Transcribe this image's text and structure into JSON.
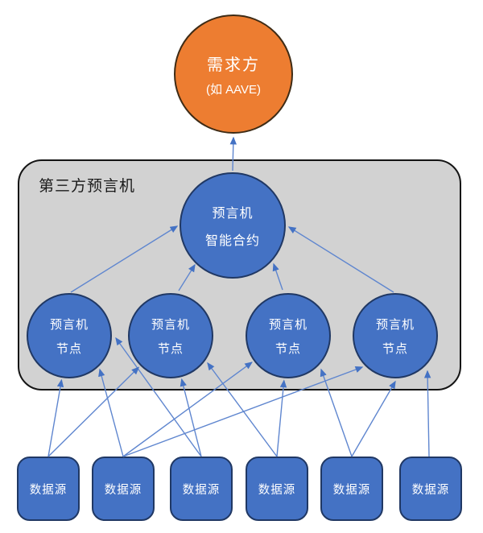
{
  "diagram": {
    "demand": {
      "line1": "需求方",
      "line2": "(如 AAVE)"
    },
    "oracle_box_label": "第三方预言机",
    "contract": {
      "line1": "预言机",
      "line2": "智能合约"
    },
    "nodes": [
      {
        "id": "n1",
        "line1": "预言机",
        "line2": "节点"
      },
      {
        "id": "n2",
        "line1": "预言机",
        "line2": "节点"
      },
      {
        "id": "n3",
        "line1": "预言机",
        "line2": "节点"
      },
      {
        "id": "n4",
        "line1": "预言机",
        "line2": "节点"
      }
    ],
    "data_sources": [
      {
        "id": "ds1",
        "label": "数据源"
      },
      {
        "id": "ds2",
        "label": "数据源"
      },
      {
        "id": "ds3",
        "label": "数据源"
      },
      {
        "id": "ds4",
        "label": "数据源"
      },
      {
        "id": "ds5",
        "label": "数据源"
      },
      {
        "id": "ds6",
        "label": "数据源"
      }
    ],
    "edges": [
      {
        "from": "ds1",
        "to": "n1"
      },
      {
        "from": "ds2",
        "to": "n1"
      },
      {
        "from": "ds3",
        "to": "n1"
      },
      {
        "from": "ds1",
        "to": "n2"
      },
      {
        "from": "ds3",
        "to": "n2"
      },
      {
        "from": "ds4",
        "to": "n2"
      },
      {
        "from": "ds2",
        "to": "n3"
      },
      {
        "from": "ds4",
        "to": "n3"
      },
      {
        "from": "ds5",
        "to": "n3"
      },
      {
        "from": "ds2",
        "to": "n4"
      },
      {
        "from": "ds5",
        "to": "n4"
      },
      {
        "from": "ds6",
        "to": "n4"
      },
      {
        "from": "n1",
        "to": "contract"
      },
      {
        "from": "n2",
        "to": "contract"
      },
      {
        "from": "n3",
        "to": "contract"
      },
      {
        "from": "n4",
        "to": "contract"
      },
      {
        "from": "contract",
        "to": "demand"
      }
    ],
    "colors": {
      "background": "#FFFFFF",
      "demand_fill": "#ED7D31",
      "demand_border": "#3E2B15",
      "blue_fill": "#4472C4",
      "blue_border": "#203864",
      "box_fill": "#D2D2D2",
      "box_border": "#141414",
      "box_label_color": "#1A1A1A",
      "text_color": "#FFFFFF",
      "arrow_line": "#5F86CF",
      "arrow_head": "#4472C4"
    }
  }
}
